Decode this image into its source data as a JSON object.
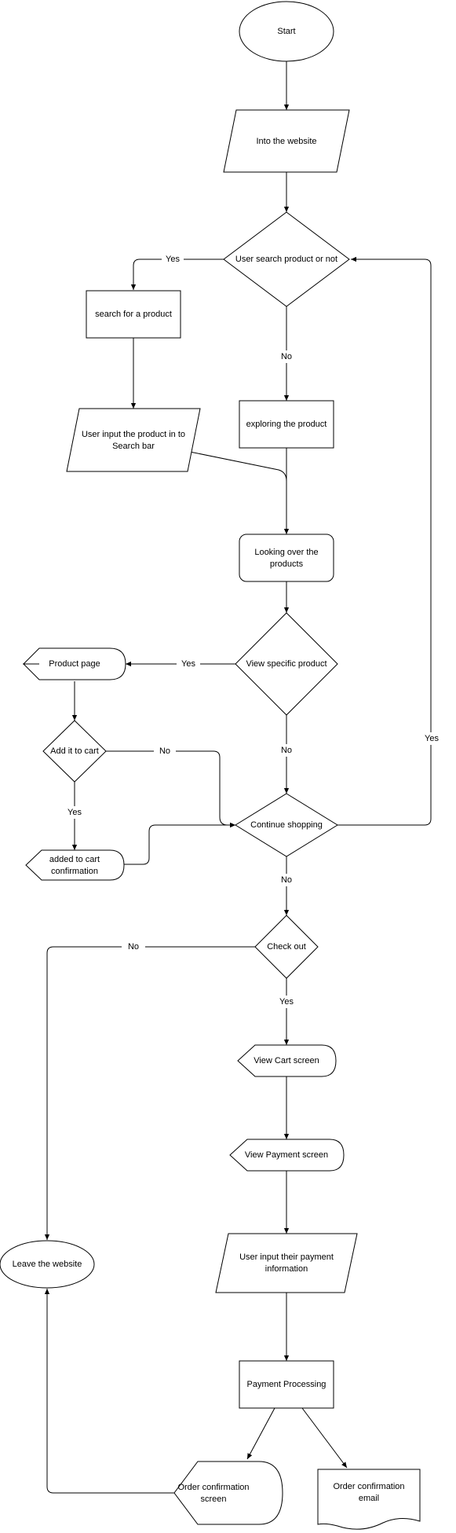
{
  "flowchart": {
    "nodes": {
      "start": "Start",
      "into_website": "Into the website",
      "user_search": "User search product or not",
      "search_product": "search for a product",
      "user_input_search": [
        "User input the product in to",
        "Search bar"
      ],
      "exploring": "exploring the product",
      "looking_over": [
        "Looking over the",
        "products"
      ],
      "view_specific": "View specific product",
      "product_page": "Product page",
      "add_to_cart": "Add it to cart",
      "added_confirmation": [
        "added to cart",
        "confirmation"
      ],
      "continue_shopping": "Continue shopping",
      "check_out": "Check out",
      "view_cart": "View Cart screen",
      "view_payment": "View Payment screen",
      "payment_info": [
        "User input  their payment",
        "information"
      ],
      "payment_processing": "Payment Processing",
      "order_screen": [
        "Order confirmation",
        "screen"
      ],
      "order_email": [
        "Order confirmation",
        "email"
      ],
      "leave": "Leave the website"
    },
    "edge_labels": {
      "search_yes": "Yes",
      "search_no": "No",
      "view_yes": "Yes",
      "view_no": "No",
      "cart_yes": "Yes",
      "cart_no": "No",
      "continue_yes": "Yes",
      "continue_no": "No",
      "checkout_no": "No",
      "checkout_yes": "Yes"
    }
  }
}
